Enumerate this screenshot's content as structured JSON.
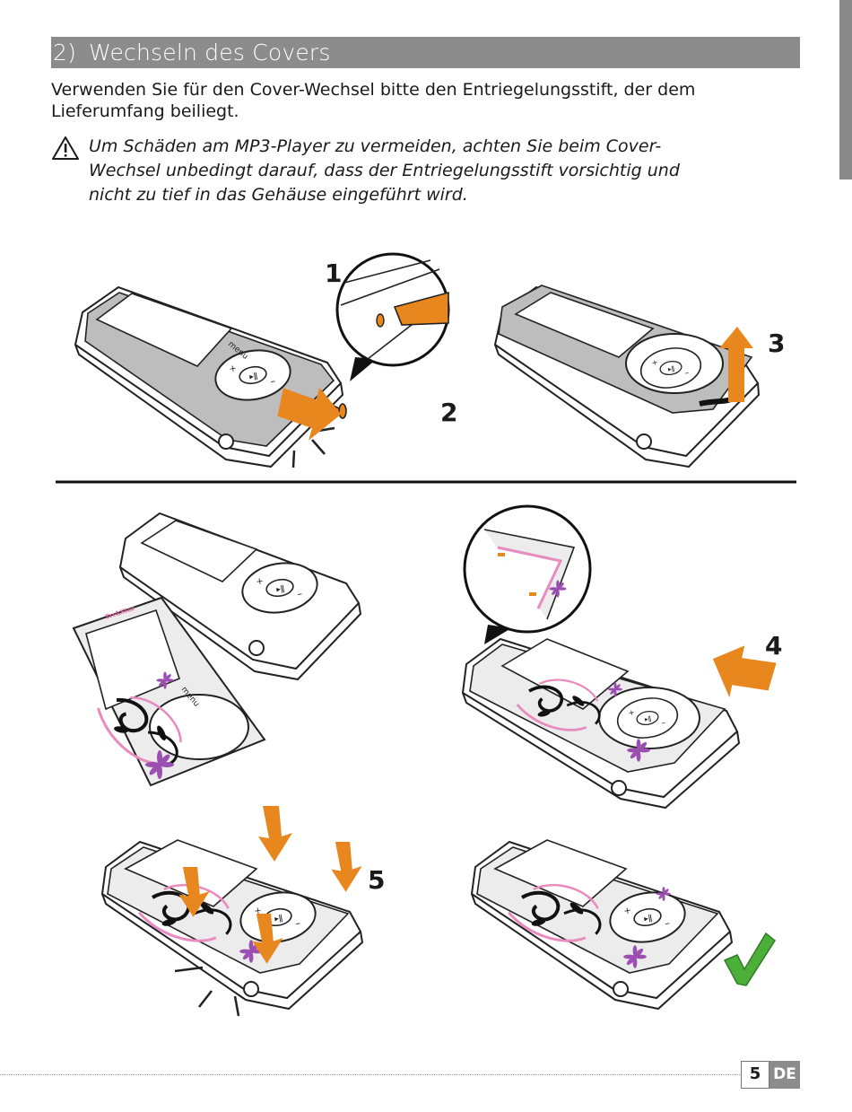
{
  "section": {
    "number": "2)",
    "title": "Wechseln des Covers"
  },
  "intro": "Verwenden Sie für den Cover-Wechsel bitte den Entriegelungsstift, der dem Lieferumfang beiliegt.",
  "warning": {
    "icon": "warning-triangle-icon",
    "text": "Um Schäden am MP3-Player zu vermeiden, achten Sie beim Cover-Wechsel unbedingt darauf, dass der Entriegelungsstift vorsichtig und nicht zu tief in das Gehäuse eingeführt wird."
  },
  "figure": {
    "steps": {
      "s1": "1",
      "s2": "2",
      "s3": "3",
      "s4": "4",
      "s5": "5"
    },
    "device_button_label": "menu",
    "cover_brand": "TrekStor",
    "colors": {
      "arrow": "#e8871e",
      "check": "#4caf3a",
      "cover_gray": "#bdbdbd",
      "flower": "#9b4fb0",
      "pink": "#e98bbf"
    }
  },
  "footer": {
    "page": "5",
    "lang": "DE"
  }
}
